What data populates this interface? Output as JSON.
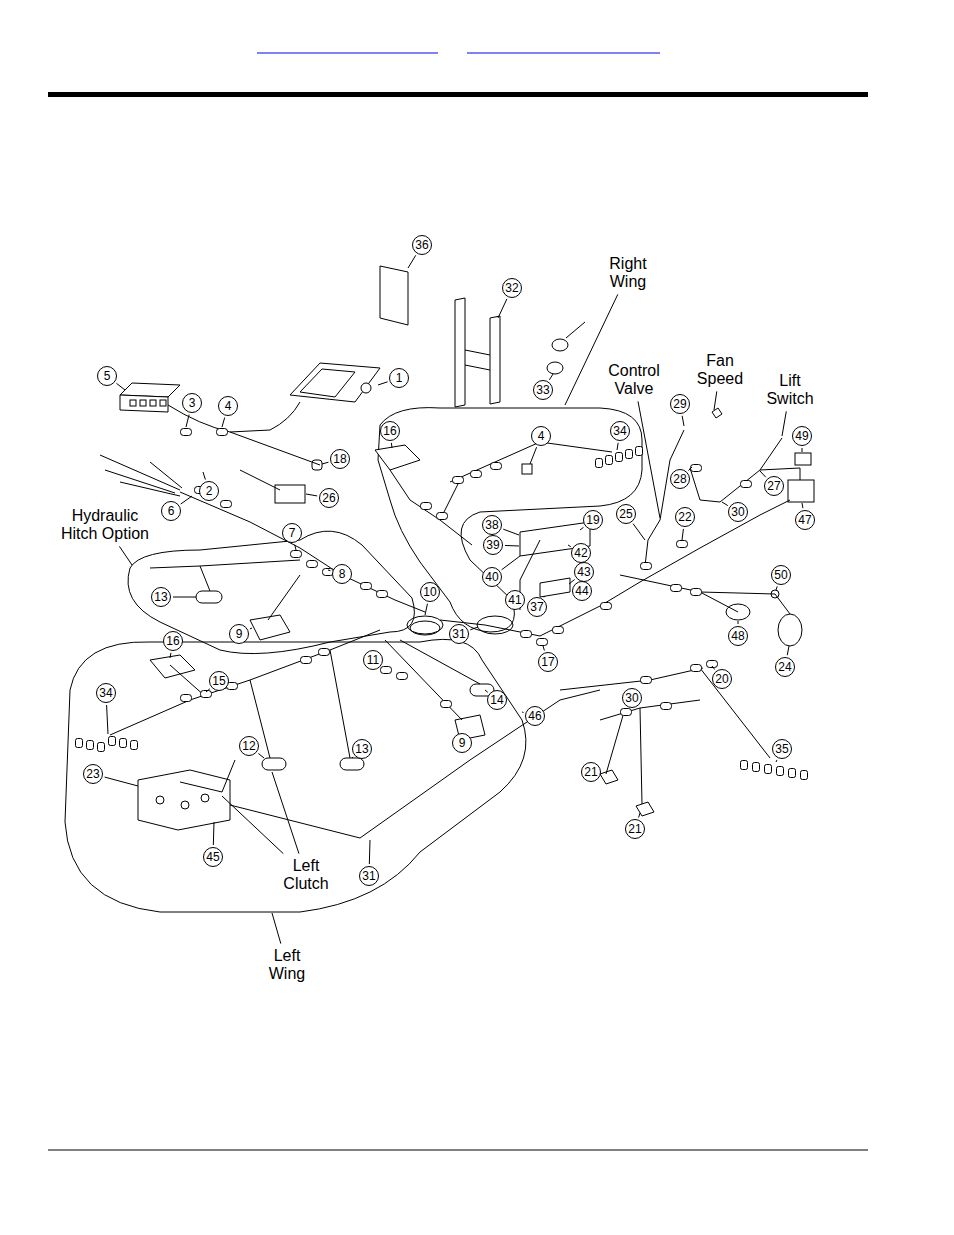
{
  "diagram": {
    "labels": [
      "36",
      "32",
      "Right Wing",
      "33",
      "1",
      "Control Valve",
      "Fan Speed",
      "Lift Switch",
      "5",
      "3",
      "4",
      "29",
      "16",
      "34",
      "49",
      "4",
      "18",
      "2",
      "26",
      "6",
      "27",
      "28",
      "30",
      "25",
      "47",
      "19",
      "38",
      "22",
      "Hydraulic Hitch Option",
      "7",
      "39",
      "42",
      "43",
      "40",
      "8",
      "10",
      "44",
      "50",
      "13",
      "41",
      "37",
      "9",
      "31",
      "48",
      "16",
      "17",
      "24",
      "11",
      "15",
      "20",
      "34",
      "14",
      "30",
      "46",
      "9",
      "12",
      "13",
      "35",
      "23",
      "21",
      "Left Clutch",
      "21",
      "45",
      "31",
      "Left Wing"
    ]
  }
}
